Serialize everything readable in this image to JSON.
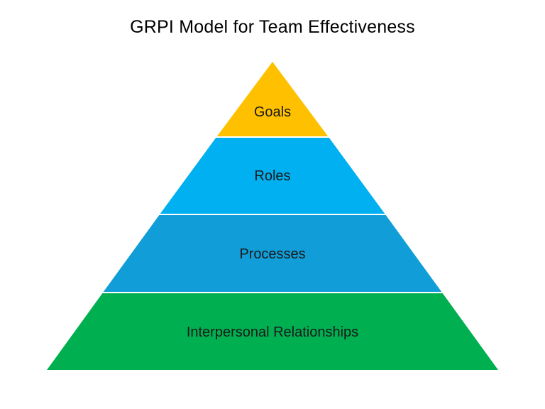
{
  "title": "GRPI Model for Team Effectiveness",
  "tiers": [
    {
      "label": "Goals",
      "color": "#FFC000"
    },
    {
      "label": "Roles",
      "color": "#00B0F0"
    },
    {
      "label": "Processes",
      "color": "#119ED8"
    },
    {
      "label": "Interpersonal Relationships",
      "color": "#00B050"
    }
  ],
  "separator_color": "#FFFFFF"
}
